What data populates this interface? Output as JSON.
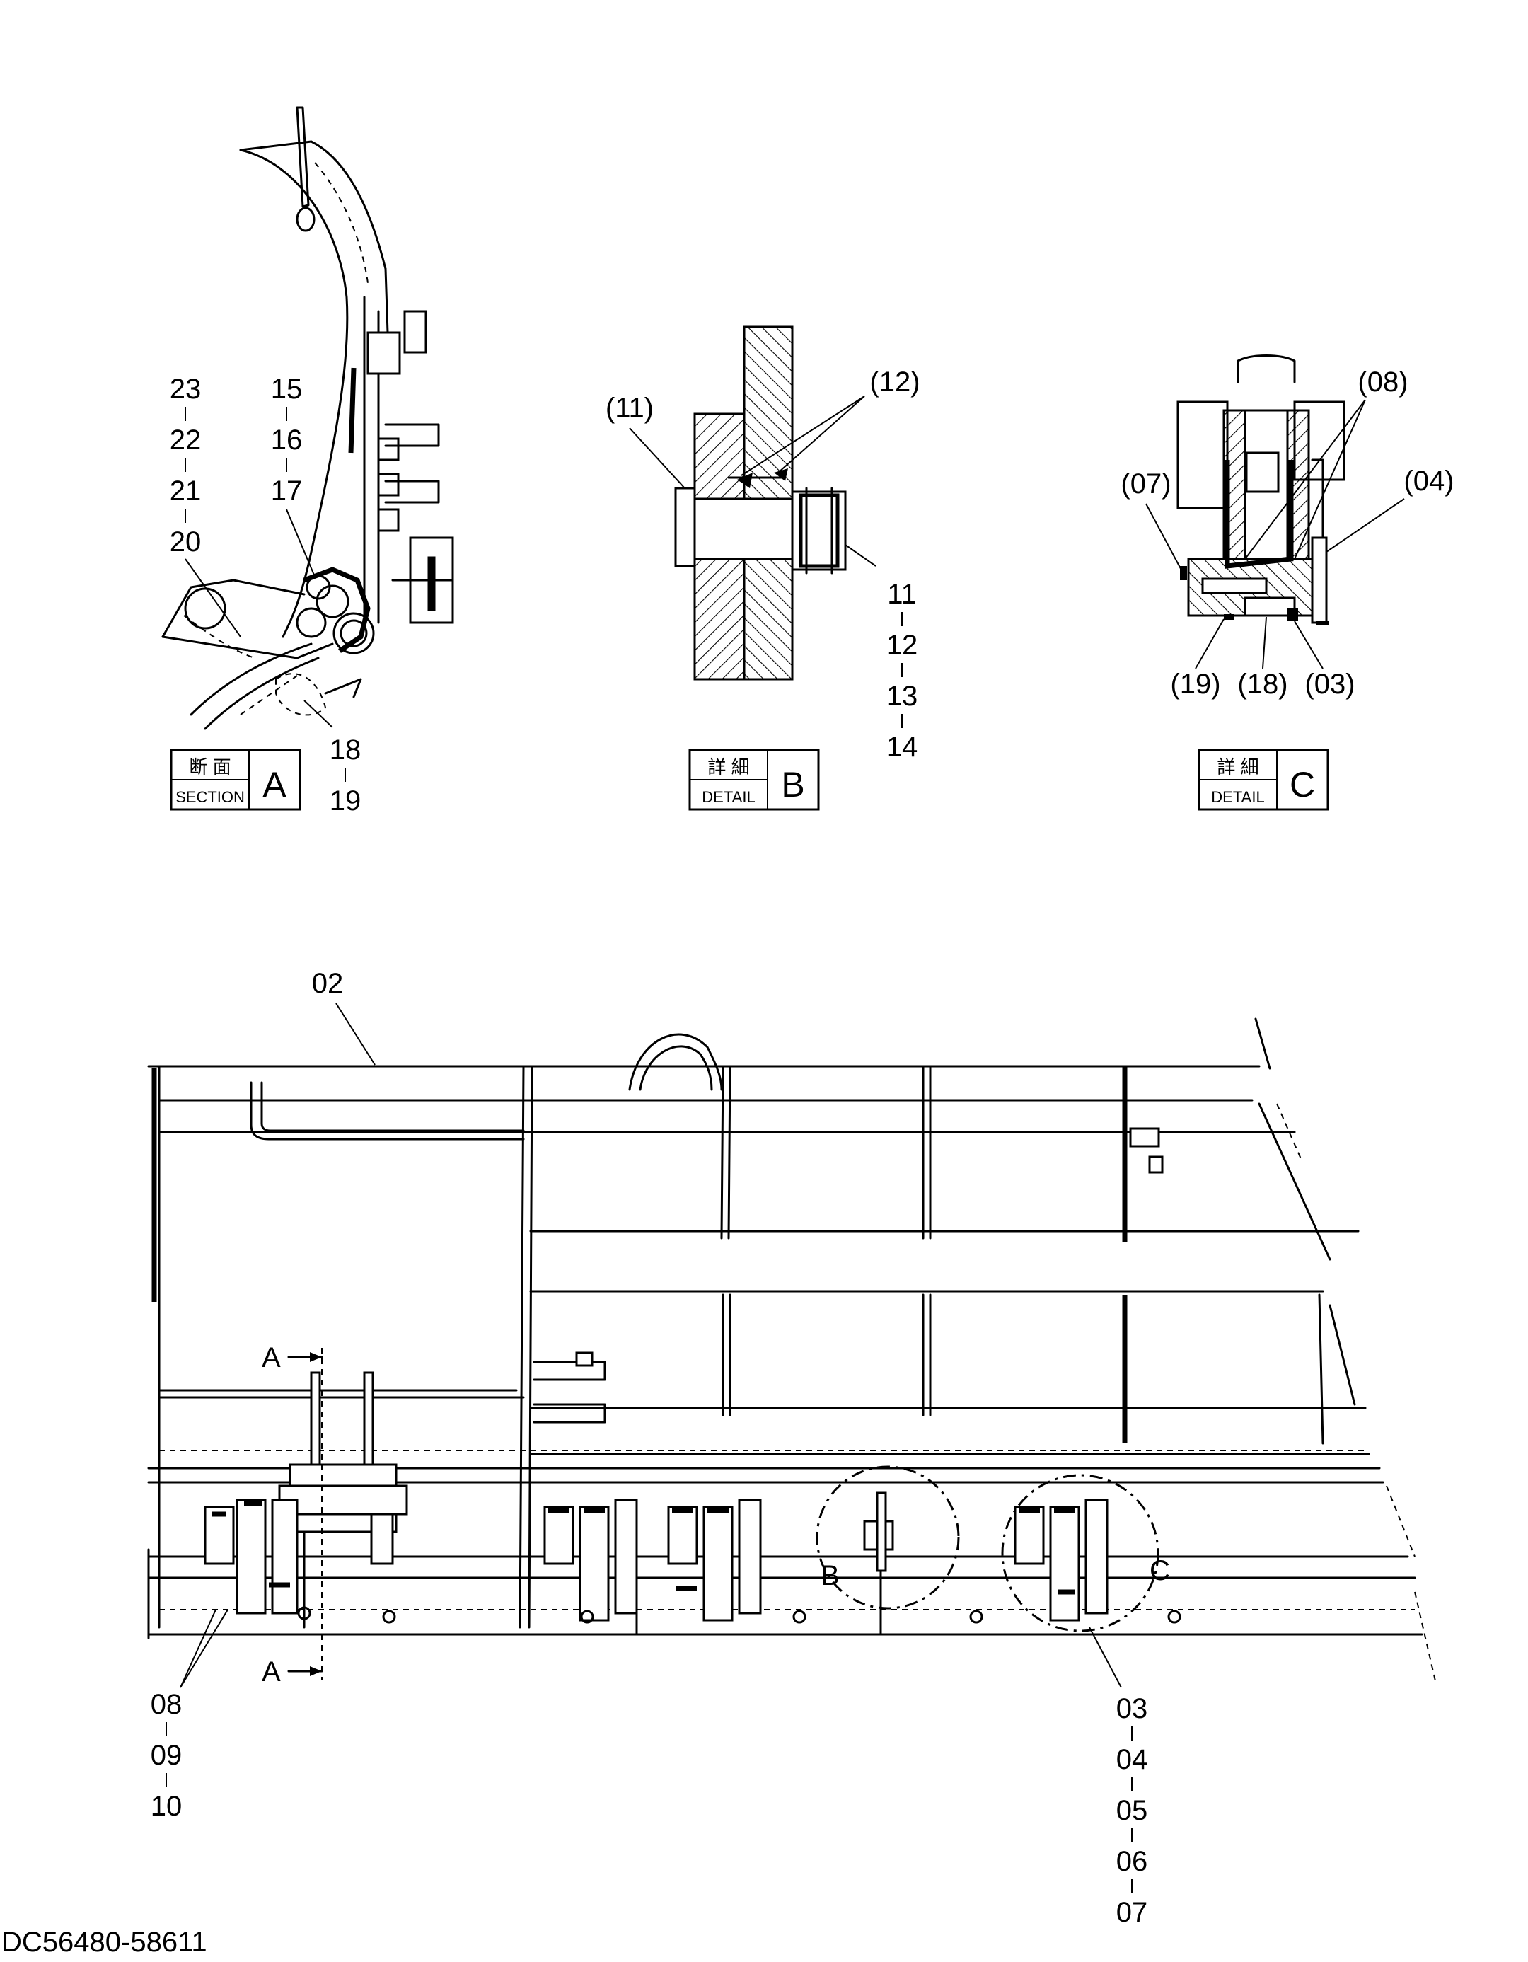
{
  "drawing_id": "DC56480-58611",
  "views": {
    "section_a": {
      "title_jp": "断 面",
      "title_en": "SECTION",
      "letter": "A",
      "callouts_left": [
        "23",
        "22",
        "21",
        "20"
      ],
      "callouts_mid": [
        "15",
        "16",
        "17"
      ],
      "callouts_bottom": [
        "18",
        "19"
      ]
    },
    "detail_b": {
      "title_jp": "詳 細",
      "title_en": "DETAIL",
      "letter": "B",
      "ref_11": "(11)",
      "ref_12": "(12)",
      "callouts": [
        "11",
        "12",
        "13",
        "14"
      ]
    },
    "detail_c": {
      "title_jp": "詳 細",
      "title_en": "DETAIL",
      "letter": "C",
      "ref_08": "(08)",
      "ref_07": "(07)",
      "ref_04": "(04)",
      "ref_19": "(19)",
      "ref_18": "(18)",
      "ref_03": "(03)"
    }
  },
  "main_view": {
    "callout_top": "02",
    "section_marker": "A",
    "detail_marker_b": "B",
    "detail_marker_c": "C",
    "callouts_left": [
      "08",
      "09",
      "10"
    ],
    "callouts_right": [
      "03",
      "04",
      "05",
      "06",
      "07"
    ]
  }
}
